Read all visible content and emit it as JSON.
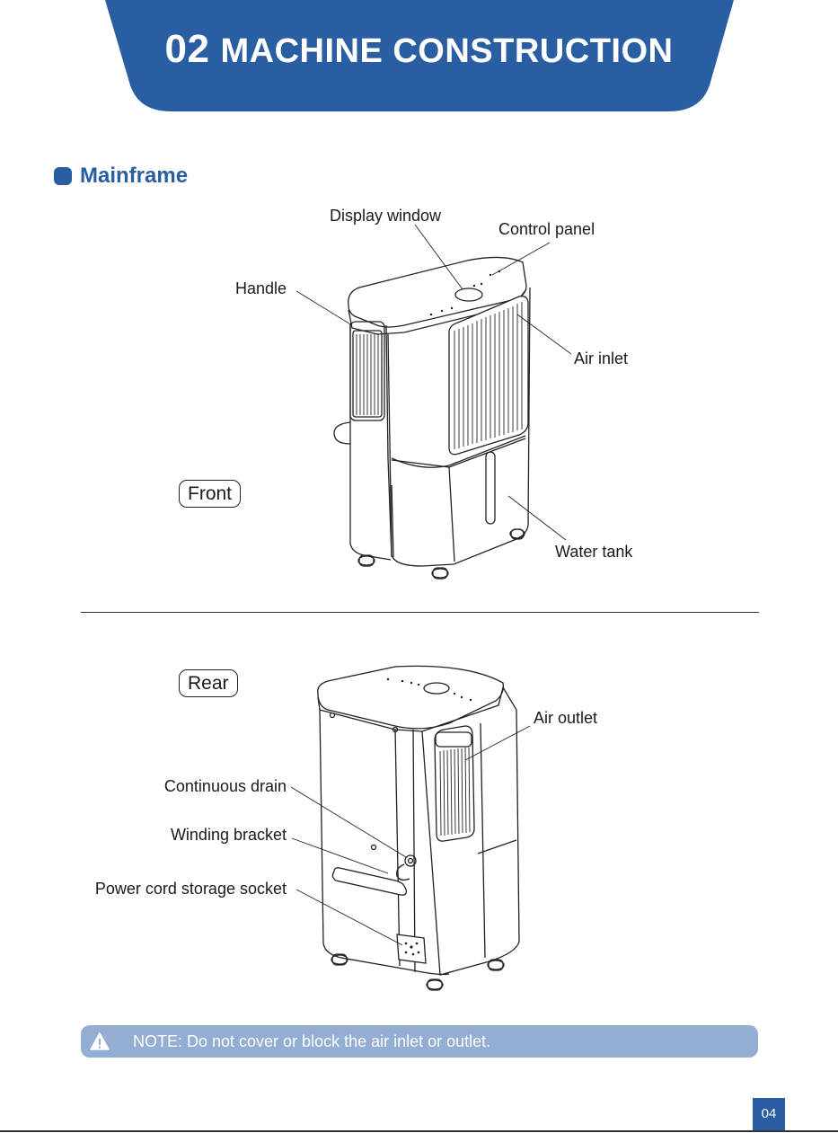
{
  "header": {
    "number": "02",
    "title": "MACHINE CONSTRUCTION"
  },
  "section": {
    "title": "Mainframe"
  },
  "front": {
    "tag": "Front",
    "labels": {
      "display_window": "Display window",
      "control_panel": "Control panel",
      "handle": "Handle",
      "air_inlet": "Air inlet",
      "water_tank": "Water tank"
    }
  },
  "rear": {
    "tag": "Rear",
    "labels": {
      "air_outlet": "Air outlet",
      "continuous_drain": "Continuous drain",
      "winding_bracket": "Winding bracket",
      "power_cord_storage_socket": "Power cord storage socket"
    }
  },
  "note": {
    "icon": "warning-icon",
    "text": "NOTE: Do not cover or block the air inlet or outlet."
  },
  "page_number": "04",
  "colors": {
    "brand_blue": "#2a5ea3",
    "note_bar": "#93aed2"
  }
}
